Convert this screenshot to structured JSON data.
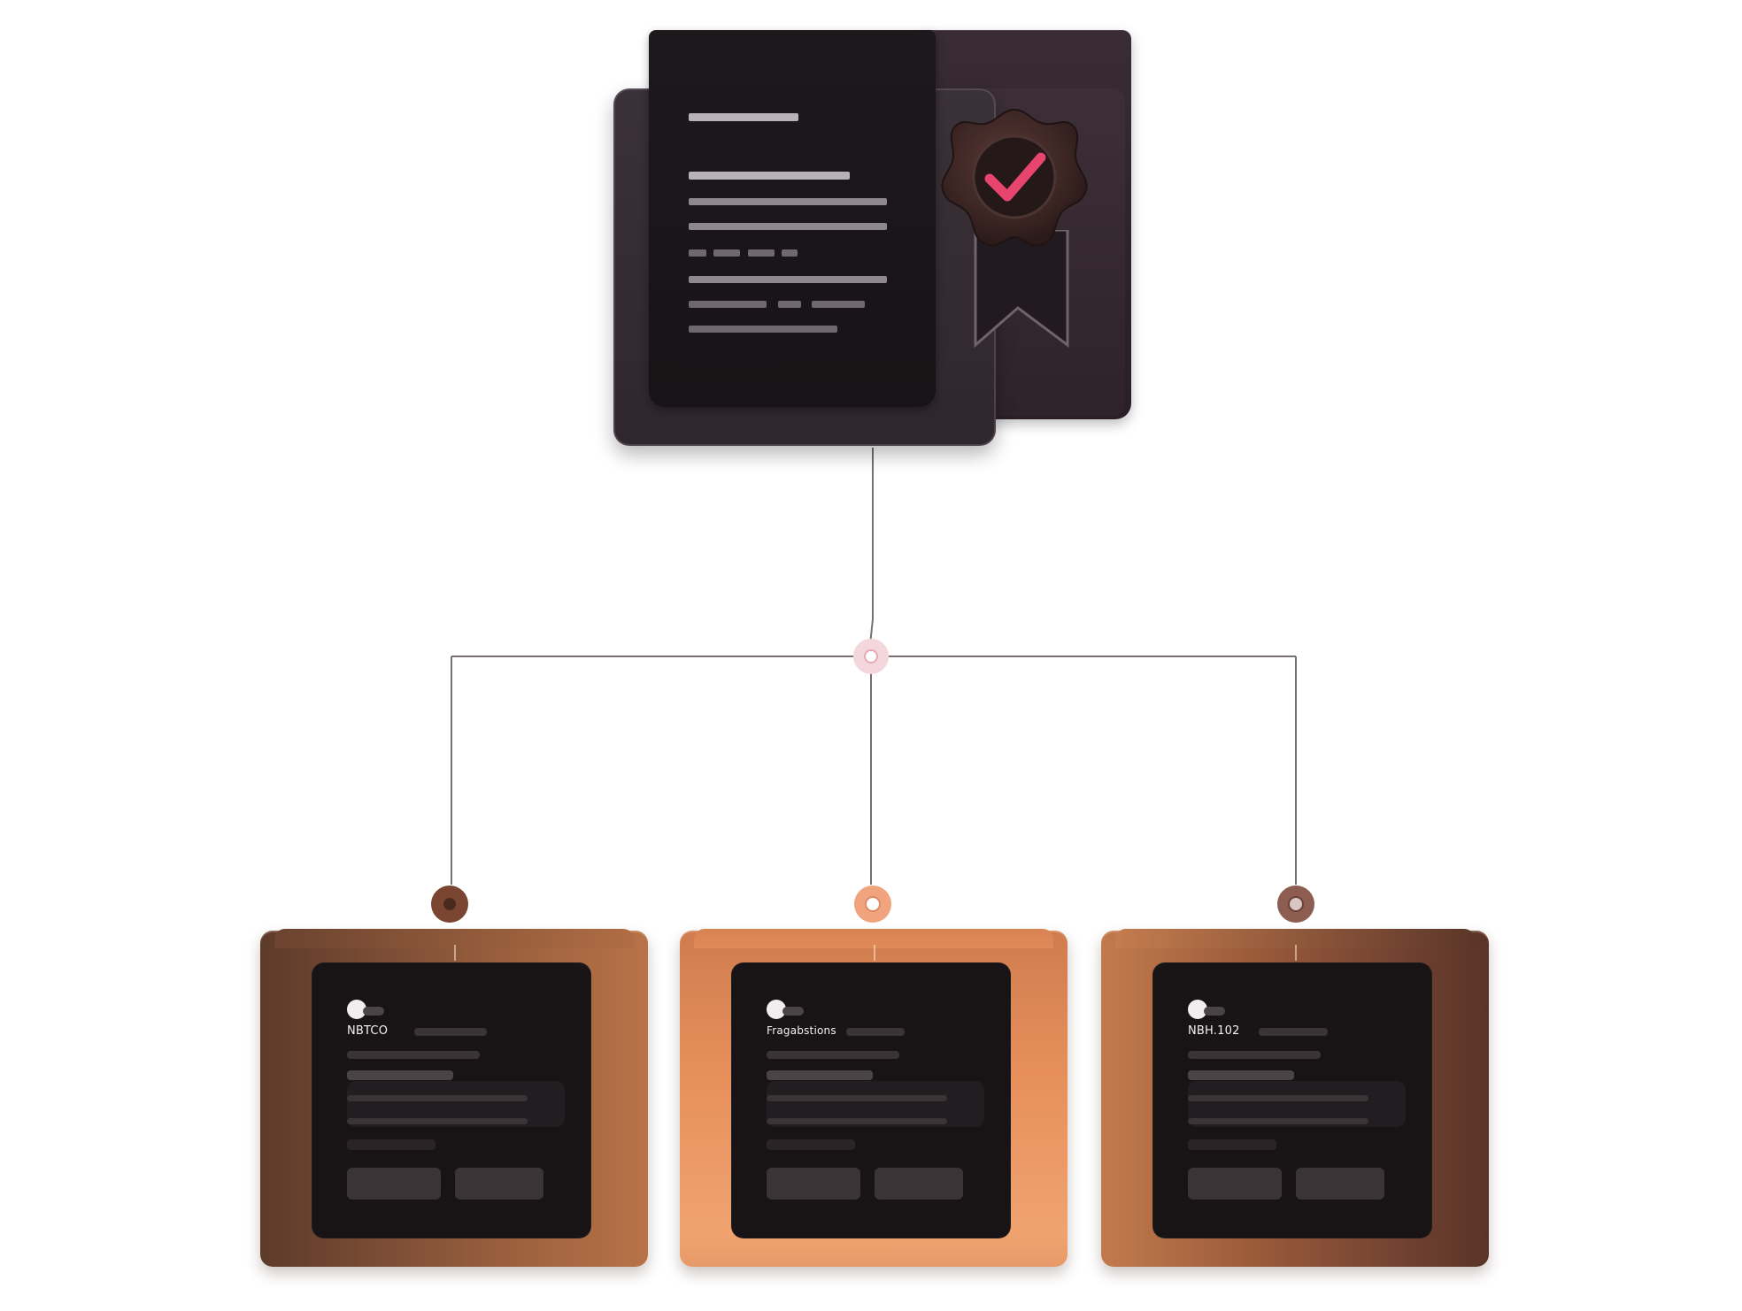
{
  "diagram": {
    "root": {
      "icon": "certified-document-icon",
      "badge_icon": "checkmark-seal-icon",
      "accent_color": "#e8456e"
    },
    "cards": [
      {
        "label": "NBTCO",
        "accent": "#7e4f36"
      },
      {
        "label": "Fragabstions",
        "accent": "#e58e5b"
      },
      {
        "label": "NBH.102",
        "accent": "#9a5a3a"
      }
    ],
    "hub_color": "#f2c6cf"
  }
}
